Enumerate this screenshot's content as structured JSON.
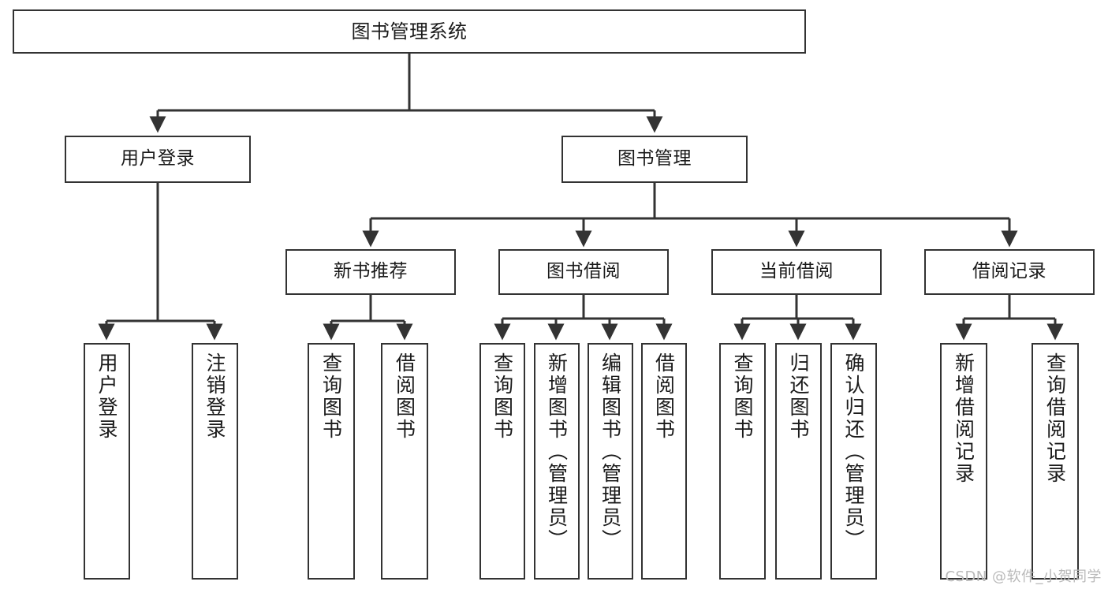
{
  "diagram": {
    "type": "tree",
    "title": "图书管理系统",
    "orientation": "top-down",
    "colors": {
      "box_border": "#333333",
      "box_fill": "#ffffff",
      "edge": "#333333",
      "text": "#1a1a1a",
      "watermark": "#b9b9b9",
      "background": "#ffffff"
    },
    "nodes": {
      "root": {
        "label": "图书管理系统"
      },
      "level1": [
        {
          "label": "用户登录"
        },
        {
          "label": "图书管理"
        }
      ],
      "level2": [
        {
          "label": "新书推荐"
        },
        {
          "label": "图书借阅"
        },
        {
          "label": "当前借阅"
        },
        {
          "label": "借阅记录"
        }
      ],
      "leaves": {
        "user_login": [
          {
            "label": "用户登录"
          },
          {
            "label": "注销登录"
          }
        ],
        "new_book_recommend": [
          {
            "label": "查询图书"
          },
          {
            "label": "借阅图书"
          }
        ],
        "book_borrow": [
          {
            "label": "查询图书"
          },
          {
            "label": "新增图书（管理员）"
          },
          {
            "label": "编辑图书（管理员）"
          },
          {
            "label": "借阅图书"
          }
        ],
        "current_borrow": [
          {
            "label": "查询图书"
          },
          {
            "label": "归还图书"
          },
          {
            "label": "确认归还（管理员）"
          }
        ],
        "borrow_record": [
          {
            "label": "新增借阅记录"
          },
          {
            "label": "查询借阅记录"
          }
        ]
      }
    },
    "watermark": "CSDN @软件_小贺同学"
  }
}
